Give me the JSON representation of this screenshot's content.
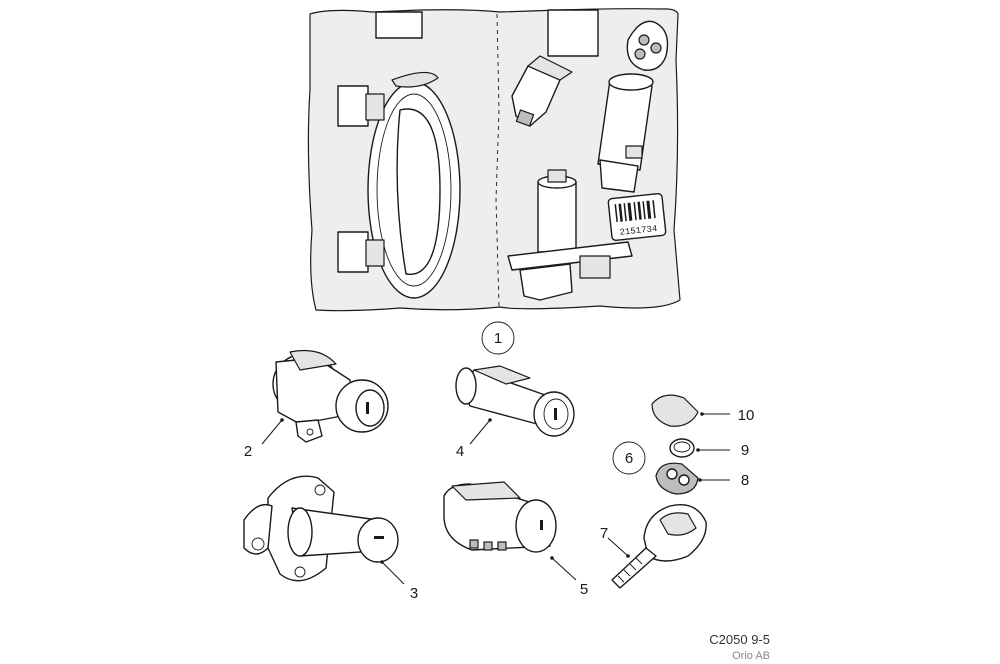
{
  "labels": {
    "p1": "1",
    "p2": "2",
    "p3": "3",
    "p4": "4",
    "p5": "5",
    "p6": "6",
    "p7": "7",
    "p8": "8",
    "p9": "9",
    "p10": "10"
  },
  "package_barcode": "2151734",
  "footer": {
    "code": "C2050 9-5",
    "copyright": "Orio AB"
  }
}
